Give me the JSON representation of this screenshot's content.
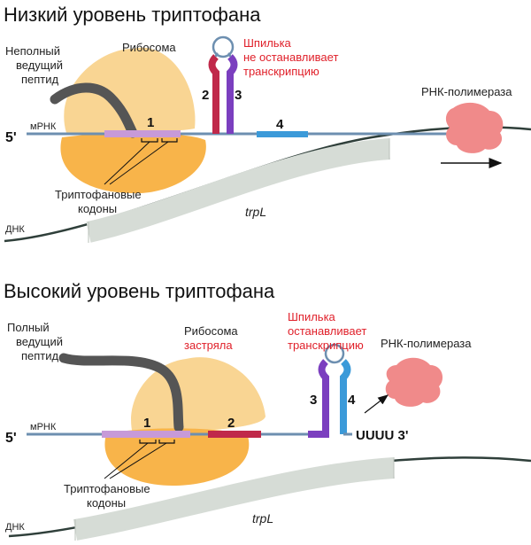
{
  "low": {
    "title": "Низкий уровень триптофана",
    "peptide_label": [
      "Неполный",
      "ведущий",
      "пептид"
    ],
    "ribosome_label": "Рибосома",
    "hairpin_label": [
      "Шпилька",
      "не останавливает",
      "транскрипцию"
    ],
    "polymerase_label": "РНК-полимераза",
    "five_prime": "5'",
    "mrna_label": "мРНК",
    "codons_label": [
      "Триптофановые",
      "кодоны"
    ],
    "gene_label": "trpL",
    "dna_label": "ДНК",
    "regions": [
      "1",
      "2",
      "3",
      "4"
    ]
  },
  "high": {
    "title": "Высокий уровень триптофана",
    "peptide_label": [
      "Полный",
      "ведущий",
      "пептид"
    ],
    "ribosome_label": [
      "Рибосома",
      "застряла"
    ],
    "hairpin_label": [
      "Шпилька",
      "останавливает",
      "транскрипцию"
    ],
    "polymerase_label": "РНК-полимераза",
    "five_prime": "5'",
    "mrna_label": "мРНК",
    "three_end": "UUUU 3'",
    "codons_label": [
      "Триптофановые",
      "кодоны"
    ],
    "gene_label": "trpL",
    "dna_label": "ДНК",
    "regions": [
      "1",
      "2",
      "3",
      "4"
    ]
  },
  "colors": {
    "ribosome_small": "#f9d593",
    "ribosome_large": "#f8b44a",
    "peptide": "#555555",
    "mrna": "#6d8fb0",
    "region1": "#c79ad8",
    "region2": "#c0294a",
    "region3": "#7b3fbf",
    "region4": "#3b9ad9",
    "hairpin_loop": "#6d8fb0",
    "polymerase": "#f08a8a",
    "gene_bar": "#d6dcd6",
    "dna": "#2f3f3a",
    "warning_text": "#e0202a"
  },
  "icons": [
    "arrow-right-icon",
    "arrow-up-right-icon"
  ]
}
